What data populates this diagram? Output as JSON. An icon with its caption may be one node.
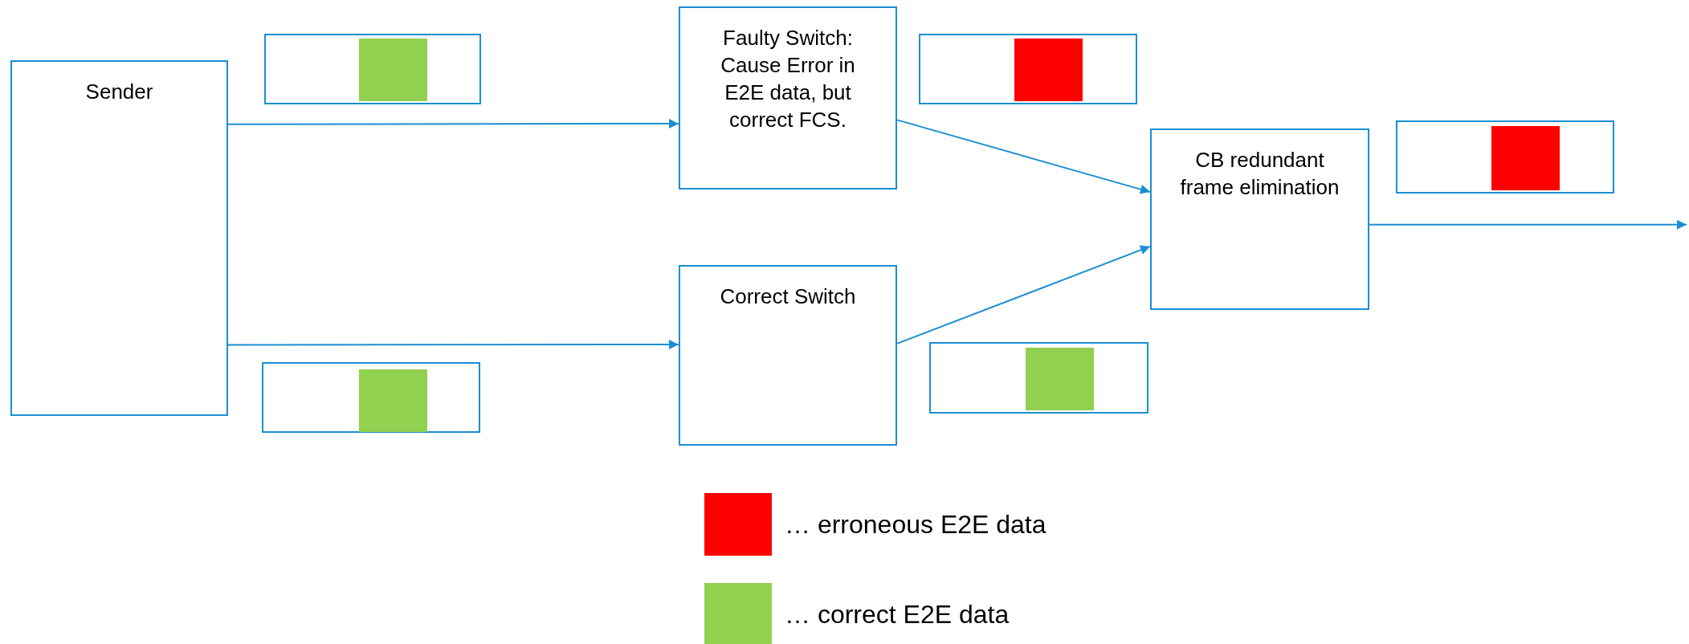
{
  "diagram": {
    "nodes": [
      {
        "text": [
          "Sender"
        ]
      },
      {
        "text": [
          "Faulty Switch: Cause Error in E2E data, but correct FCS."
        ]
      },
      {
        "text": [
          "Correct Switch"
        ]
      },
      {
        "text": [
          "CB redundant frame elimination"
        ]
      },
      {
        "text": [],
        "shape": "box"
      },
      {
        "text": [],
        "shape": "box"
      },
      {
        "text": [],
        "shape": "box"
      },
      {
        "text": [],
        "shape": "box"
      },
      {
        "text": [],
        "shape": "box"
      },
      {
        "text": [],
        "shape": "box",
        "in": 4
      },
      {
        "text": [],
        "shape": "box",
        "in": 5
      },
      {
        "text": [],
        "shape": "box",
        "in": 6
      },
      {
        "text": [],
        "shape": "box",
        "in": 7
      },
      {
        "text": [],
        "shape": "box",
        "in": 8
      }
    ],
    "edges": [
      {
        "from": 0,
        "to": 1,
        "arrow": "to"
      },
      {
        "from": 0,
        "to": 2,
        "arrow": "to"
      },
      {
        "from": 1,
        "to": 3,
        "arrow": "to"
      },
      {
        "from": 2,
        "to": 3,
        "arrow": "to"
      },
      {
        "from": 3,
        "to": null,
        "arrow": "to"
      }
    ],
    "legend": [
      {
        "text": "… erroneous E2E data",
        "color": "#ff0000"
      },
      {
        "text": "… correct E2E data",
        "color": "#92d050"
      }
    ]
  }
}
